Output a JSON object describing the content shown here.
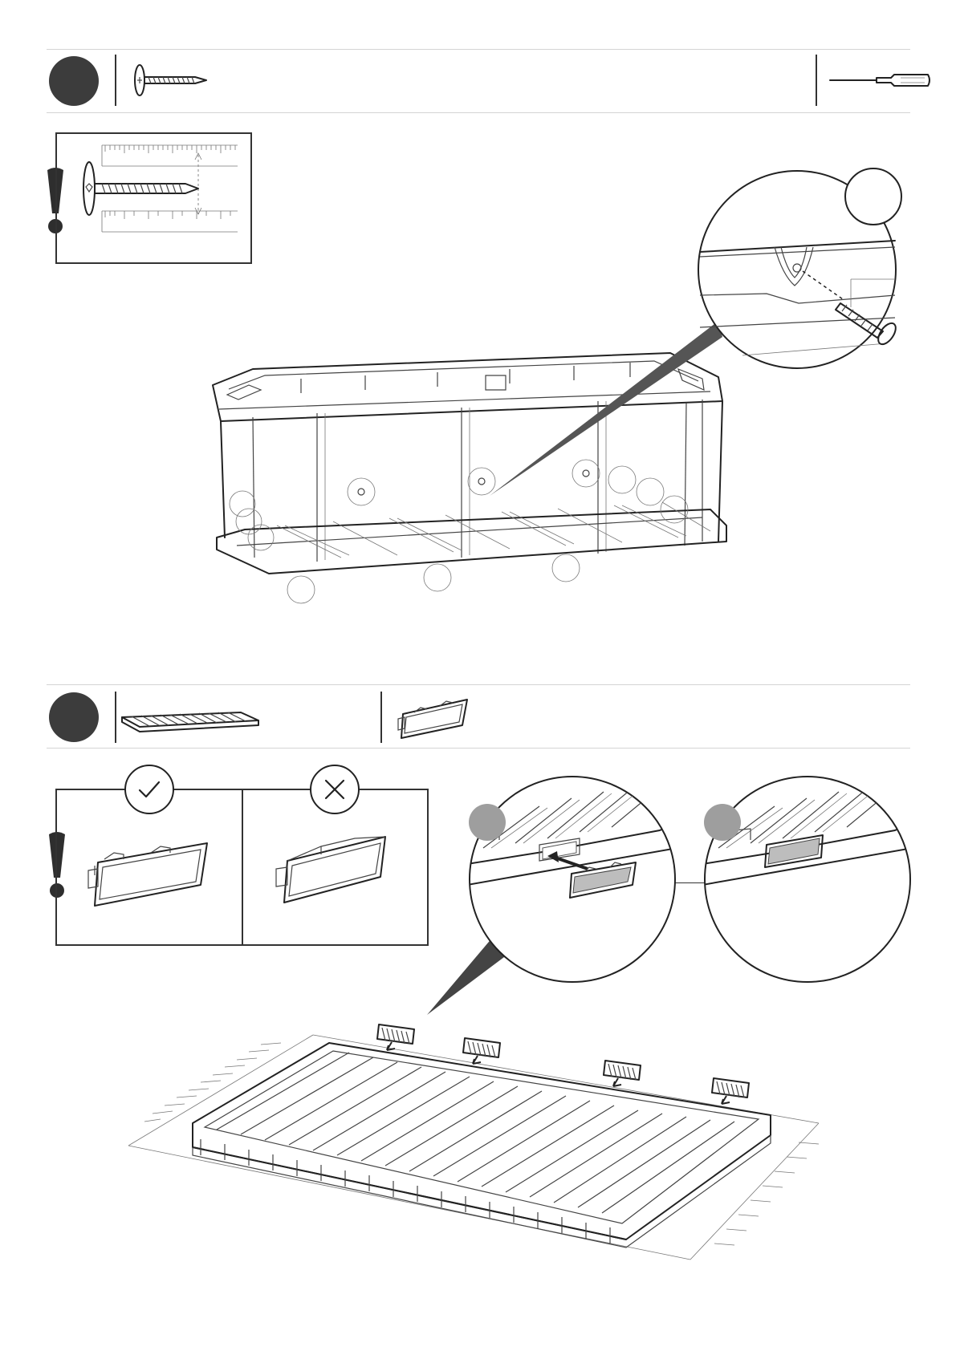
{
  "document": {
    "type": "assembly-instructions",
    "steps": [
      {
        "parts": [
          "screw-icon"
        ],
        "tools": [
          "screwdriver-icon"
        ],
        "callouts": [
          "screw-length-warning",
          "screw-detail-magnifier"
        ],
        "main_figure": "storage-box-with-base-screws"
      },
      {
        "parts": [
          "floor-panel-icon",
          "end-clip-icon"
        ],
        "tools": [],
        "callouts": [
          "clip-orientation-warning",
          "clip-insert-magnifier",
          "clip-seated-magnifier"
        ],
        "main_figure": "floor-panel-with-four-clips"
      }
    ],
    "symbols": {
      "warning": "exclamation-icon",
      "correct": "check-icon",
      "incorrect": "cross-icon"
    },
    "colors": {
      "step_dot": "#3c3c3c",
      "line": "#222222",
      "rule": "#d4d4d4",
      "clip_face": "#bdbdbd",
      "pointer": "#555555"
    }
  }
}
